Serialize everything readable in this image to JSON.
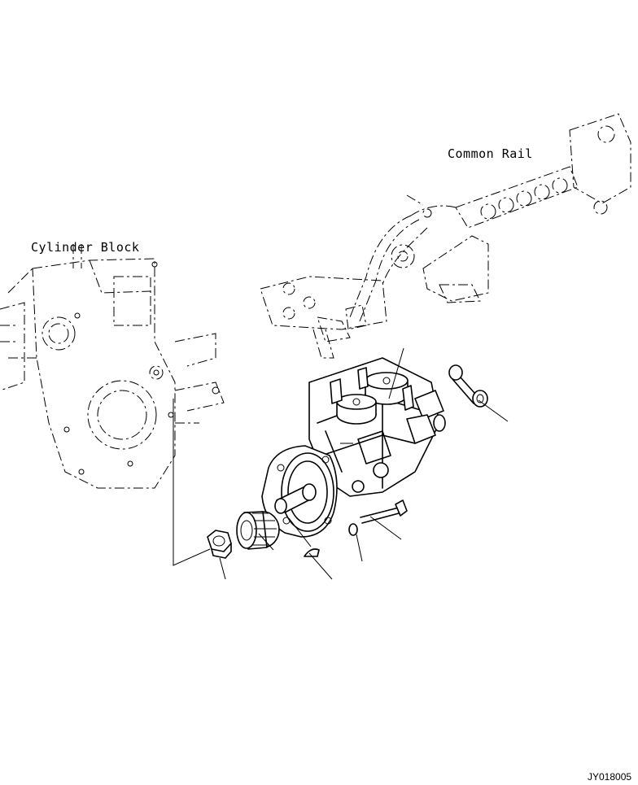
{
  "labels": {
    "common_rail": "Common Rail",
    "cylinder_block": "Cylinder Block",
    "figure_code": "JY018005"
  }
}
